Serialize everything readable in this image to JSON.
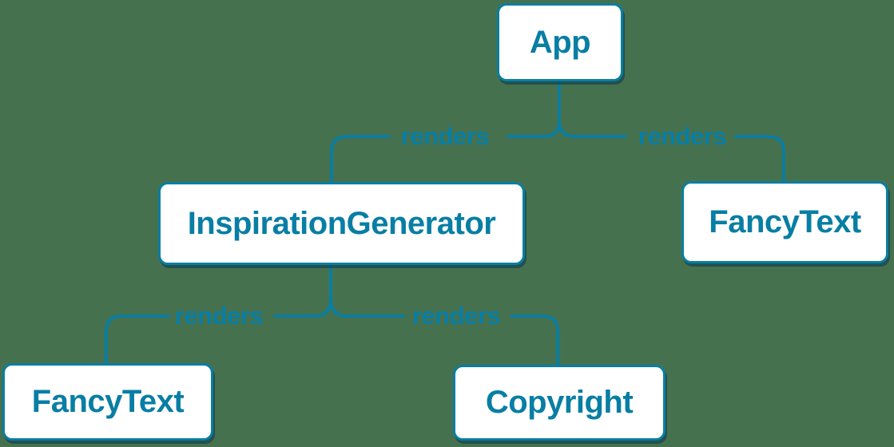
{
  "colors": {
    "background": "#46714F",
    "accent": "#087EA4",
    "node_fill": "#FFFFFF",
    "node_shadow": "rgba(5, 55, 80, 0.55)"
  },
  "nodes": [
    {
      "id": "app",
      "label": "App"
    },
    {
      "id": "inspiration-generator",
      "label": "InspirationGenerator"
    },
    {
      "id": "fancy-text-top",
      "label": "FancyText"
    },
    {
      "id": "fancy-text-bottom",
      "label": "FancyText"
    },
    {
      "id": "copyright",
      "label": "Copyright"
    }
  ],
  "edges": [
    {
      "from": "app",
      "to": "inspiration-generator",
      "label": "renders"
    },
    {
      "from": "app",
      "to": "fancy-text-top",
      "label": "renders"
    },
    {
      "from": "inspiration-generator",
      "to": "fancy-text-bottom",
      "label": "renders"
    },
    {
      "from": "inspiration-generator",
      "to": "copyright",
      "label": "renders"
    }
  ]
}
